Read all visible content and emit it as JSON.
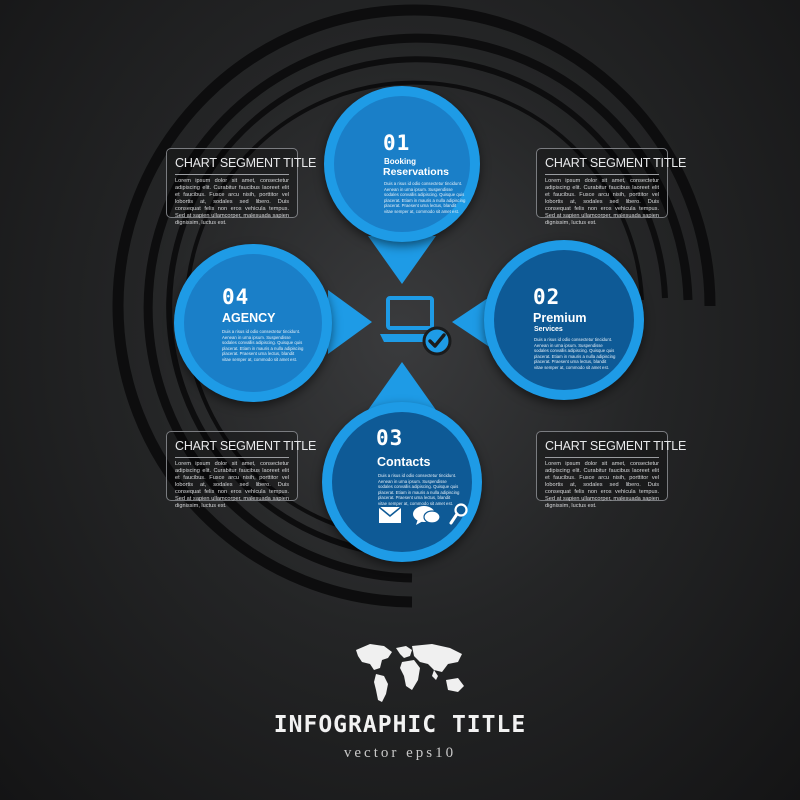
{
  "lorem_box": "Lorem ipsum dolor sit amet, consectetur adipiscing elit. Curabitur faucibus laoreet elit et faucibus. Fusce arcu nisih, porttitor vel lobortis at, sodales sed libero. Duis consequat felis non eros vehicula tempus. Sed at sapien ullamcorper, malesuada sapien dignissim, luctus est.",
  "lorem_circle": "Duis a risus id odio consectetur tincidunt. Aenean in urna ipsum. Suspendisse sodales convallis adipiscing. Quisque quis placerat. Etiam in mauris a nulla adipiscing placerat. Praesent urna lectus, blandit vitae semper at, commodo sit amet est.",
  "segments": {
    "top_left": {
      "title": "CHART SEGMENT TITLE"
    },
    "top_right": {
      "title": "CHART SEGMENT TITLE"
    },
    "bottom_left": {
      "title": "CHART SEGMENT TITLE"
    },
    "bottom_right": {
      "title": "CHART SEGMENT TITLE"
    }
  },
  "steps": {
    "s01": {
      "number": "01",
      "line1": "Booking",
      "line2": "Reservations"
    },
    "s02": {
      "number": "02",
      "line1": "Premium",
      "line2": "Services"
    },
    "s03": {
      "number": "03",
      "line1": "Contacts"
    },
    "s04": {
      "number": "04",
      "line1": "AGENCY"
    }
  },
  "icons": {
    "center": "laptop-check-icon",
    "contact_row": [
      "envelope-icon",
      "speech-bubbles-icon",
      "magnifier-icon"
    ],
    "footer": "world-map-icon"
  },
  "colors": {
    "ring_light": "#1e9be6",
    "fill_mid": "#1a7fc8",
    "fill_dark": "#0e5a96",
    "ring_dark": "#0d0d0e"
  },
  "footer": {
    "title": "INFOGRAPHIC TITLE",
    "subtitle": "vector eps10"
  }
}
